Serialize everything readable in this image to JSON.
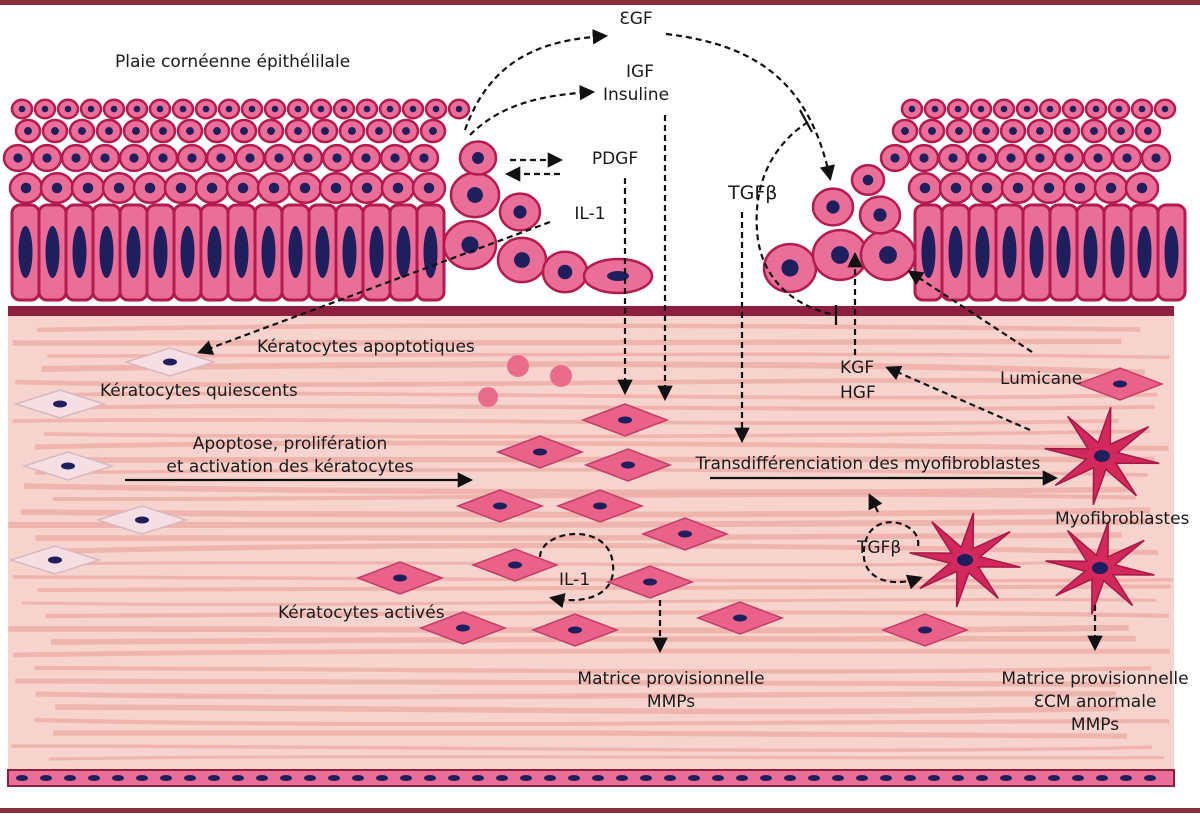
{
  "title": "Plaie cornéenne épithélilale",
  "colors": {
    "frame": "#8c2d3e",
    "stroma": "#f6d4cd",
    "fiber": "#eba9a1",
    "cell_fill": "#ea6f98",
    "cell_stroke": "#b51a4f",
    "nucleus": "#1f1f5e",
    "membrane": "#8e1f3f",
    "quiescent": "#f6dfe4",
    "activated": "#ea6189",
    "myofibroblast": "#d2285c",
    "apoptotic": "#e96d8b"
  },
  "labels": {
    "egf": "ƐGF",
    "igf": "IGF",
    "insuline": "Insuline",
    "pdgf": "PDGF",
    "il1_top": "IL-1",
    "tgfb_top": "TGFβ",
    "kgf": "KGF",
    "hgf": "HGF",
    "lumicane": "Lumicane",
    "keratocytes_apoptotiques": "Kératocytes apoptotiques",
    "keratocytes_quiescents": "Kératocytes quiescents",
    "apoptose_line1": "Apoptose, prolifération",
    "apoptose_line2": "et activation des kératocytes",
    "transdiff": "Transdifférenciation des myofibroblastes",
    "myofibroblastes": "Myofibroblastes",
    "tgfb_loop": "TGFβ",
    "il1_loop": "IL-1",
    "keratocytes_actives": "Kératocytes activés",
    "matrice1_line1": "Matrice provisionnelle",
    "matrice1_line2": "MMPs",
    "matrice2_line1": "Matrice provisionnelle",
    "matrice2_line2": "ƐCM anormale",
    "matrice2_line3": "MMPs"
  }
}
